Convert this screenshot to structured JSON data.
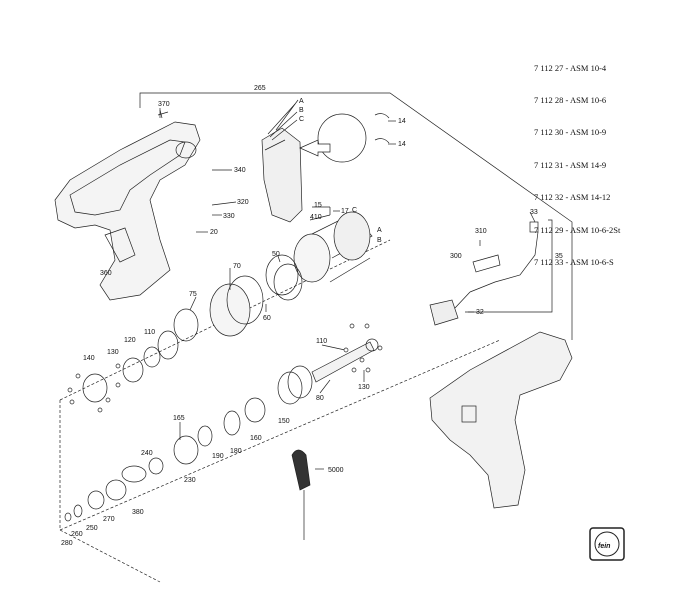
{
  "model_list": [
    "7 112 27 - ASM 10-4",
    "7 112 28 - ASM 10-6",
    "7 112 30 - ASM 10-9",
    "7 112 31 - ASM 14-9",
    "7 112 32 - ASM 14-12",
    "7 112 29 - ASM 10-6-2St",
    "7 112 33 - ASM 10-6-S"
  ],
  "part_labels": {
    "p265": "265",
    "p370": "370",
    "pA": "A",
    "pB": "B",
    "pC": "C",
    "p14a": "14",
    "p14b": "14",
    "p340": "340",
    "p320": "320",
    "p330": "330",
    "p20": "20",
    "p360": "360",
    "p15": "15",
    "p17": "17",
    "p410": "410",
    "pC2": "C",
    "pA2": "A",
    "pB2": "B",
    "p50": "50",
    "p70": "70",
    "p75": "75",
    "p60": "60",
    "p120": "120",
    "p110a": "110",
    "p130a": "130",
    "p140": "140",
    "p110b": "110",
    "p80": "80",
    "p130b": "130",
    "p165": "165",
    "p240": "240",
    "p150": "150",
    "p160": "160",
    "p180": "180",
    "p190": "190",
    "p230": "230",
    "p5000": "5000",
    "p380": "380",
    "p270": "270",
    "p250": "250",
    "p260": "260",
    "p280": "280",
    "p33": "33",
    "p310": "310",
    "p300": "300",
    "p35": "35",
    "p32": "32"
  },
  "logo_text": "fein"
}
